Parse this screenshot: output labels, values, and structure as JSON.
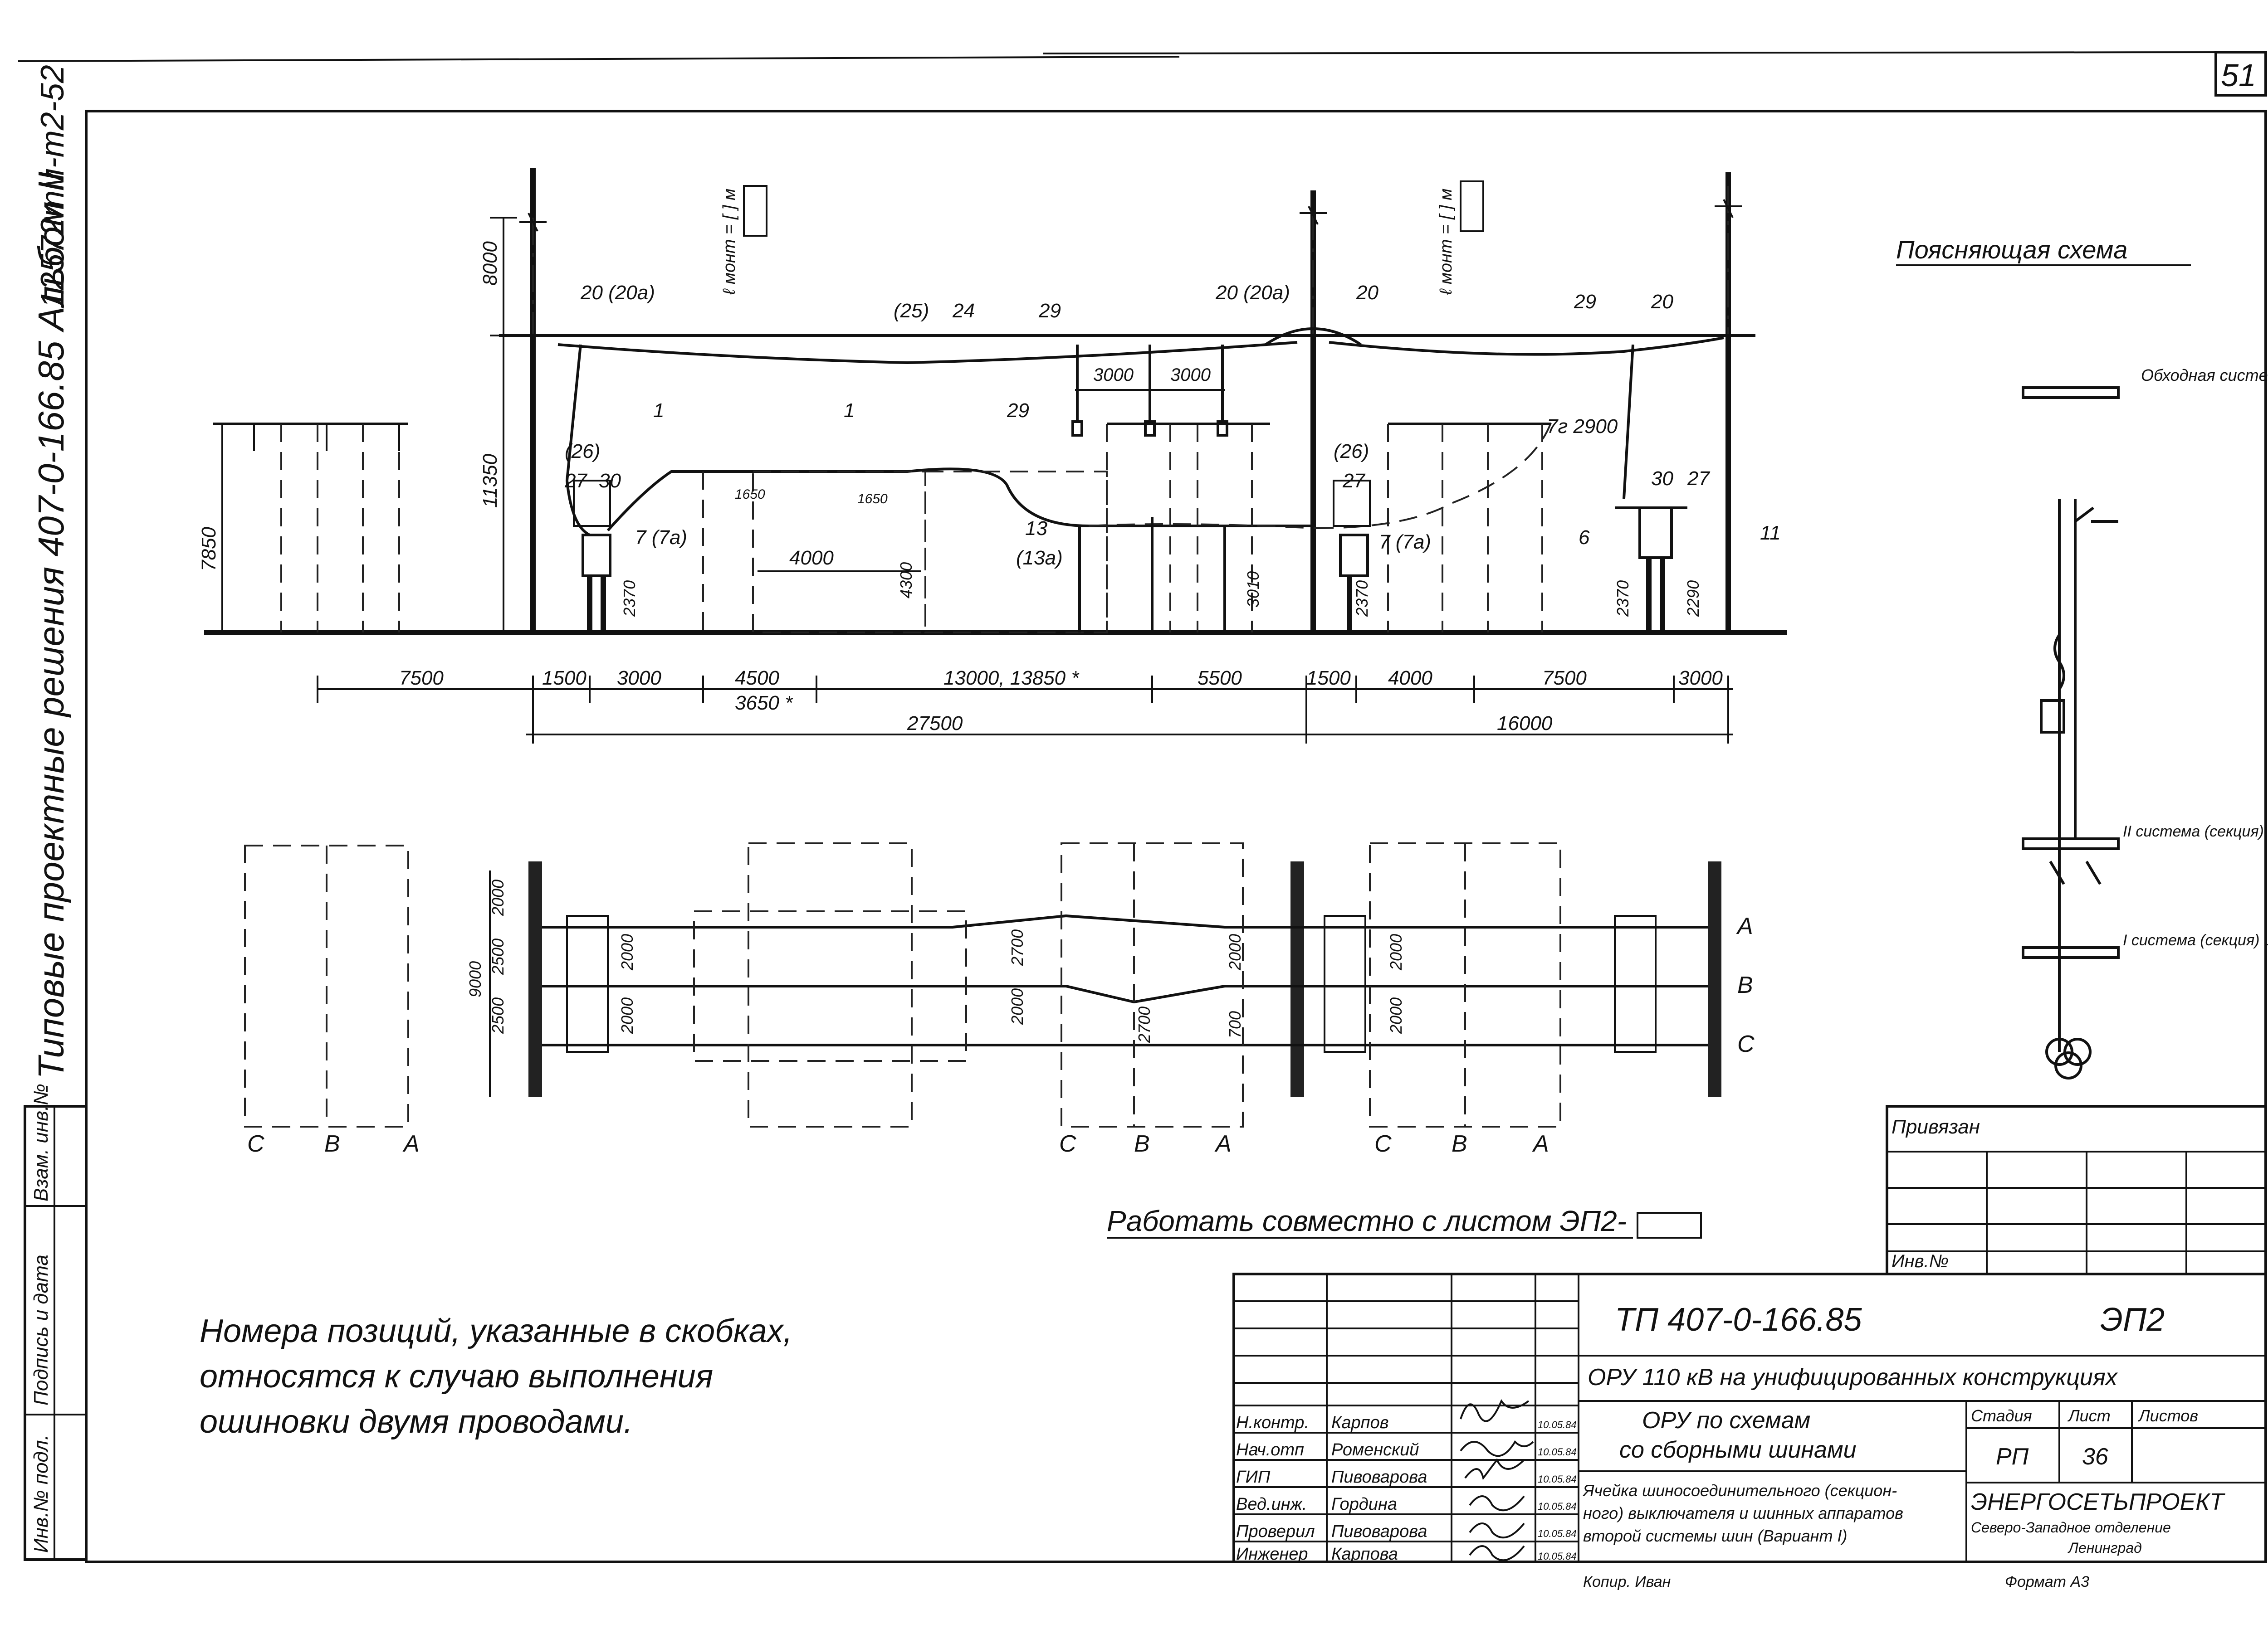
{
  "sheet": {
    "page_number": "51"
  },
  "left_margin": {
    "album_code": "12572тм-т2-52",
    "series": "Типовые проектные решения 407-0-166.85 Альбом II"
  },
  "side_stamp": {
    "inv_podl": "Инв.№ подл.",
    "podpis_data": "Подпись и дата",
    "vzam_inv": "Взам. инв.№"
  },
  "explain_scheme": {
    "title": "Поясняющая схема",
    "bypass": "Обходная система шин",
    "sys2": "II система (секция) шин",
    "sys1": "I система (секция) шин"
  },
  "elevation": {
    "mount_label": "ℓ монт = [ ] м",
    "heights": [
      "8000",
      "11350",
      "7850",
      "2370",
      "4300",
      "3010",
      "2370",
      "2370",
      "2290"
    ],
    "inner_dims": [
      "3000",
      "3000",
      "4000",
      "1650",
      "1650"
    ],
    "pos_labels": [
      "20 (20а)",
      "(25)",
      "24",
      "29",
      "20 (20а)",
      "20",
      "29",
      "20",
      "29",
      "1",
      "1",
      "(26)",
      "27",
      "30",
      "7 (7а)",
      "13",
      "(13а)",
      "(26)",
      "27",
      "7 (7а)",
      "7г 2900",
      "30",
      "27",
      "6",
      "11"
    ],
    "bottom_dims": [
      "7500",
      "1500",
      "3000",
      "4500",
      "13000, 13850 *",
      "5500",
      "1500",
      "4000",
      "7500",
      "3000"
    ],
    "sub_dim": "3650 *",
    "totals": [
      "27500",
      "16000"
    ]
  },
  "plan": {
    "dims": [
      "2000",
      "2500",
      "2500",
      "9000",
      "2000",
      "2000",
      "2700",
      "2000",
      "2000",
      "2700",
      "700",
      "2000",
      "2000"
    ],
    "phases_right": [
      "A",
      "B",
      "C"
    ],
    "phases_bottom": [
      "C",
      "B",
      "A",
      "C",
      "B",
      "A",
      "C",
      "B",
      "A"
    ]
  },
  "work_with": "Работать совместно с листом ЭП2-",
  "note": [
    "Номера позиций, указанные в скобках,",
    "относятся к случаю выполнения",
    "ошиновки двумя проводами."
  ],
  "binding": {
    "privyazan": "Привязан",
    "inv_no": "Инв.№"
  },
  "title_block": {
    "doc_code": "ТП 407-0-166.85",
    "mark": "ЭП2",
    "project": "ОРУ 110 кВ на унифицированных конструкциях",
    "drawing_title": [
      "ОРУ по схемам",
      "со сборными шинами"
    ],
    "sheet_desc": [
      "Ячейка шиносоединительного (секцион-",
      "ного) выключателя и шинных аппаратов",
      "второй системы шин (Вариант I)"
    ],
    "stage_hdr": "Стадия",
    "sheet_hdr": "Лист",
    "sheets_hdr": "Листов",
    "stage": "РП",
    "sheet": "36",
    "org": "ЭНЕРГОСЕТЬПРОЕКТ",
    "org_sub": [
      "Северо-Западное отделение",
      "Ленинград"
    ],
    "roles": [
      {
        "role": "Н.контр.",
        "name": "Карпов",
        "date": "10.05.84"
      },
      {
        "role": "Нач.отп",
        "name": "Роменский",
        "date": "10.05.84"
      },
      {
        "role": "ГИП",
        "name": "Пивоварова",
        "date": "10.05.84"
      },
      {
        "role": "Вед.инж.",
        "name": "Гордина",
        "date": "10.05.84"
      },
      {
        "role": "Проверил",
        "name": "Пивоварова",
        "date": "10.05.84"
      },
      {
        "role": "Инженер",
        "name": "Карпова",
        "date": "10.05.84"
      }
    ],
    "kopir": "Копир. Иван",
    "format": "Формат А3"
  }
}
